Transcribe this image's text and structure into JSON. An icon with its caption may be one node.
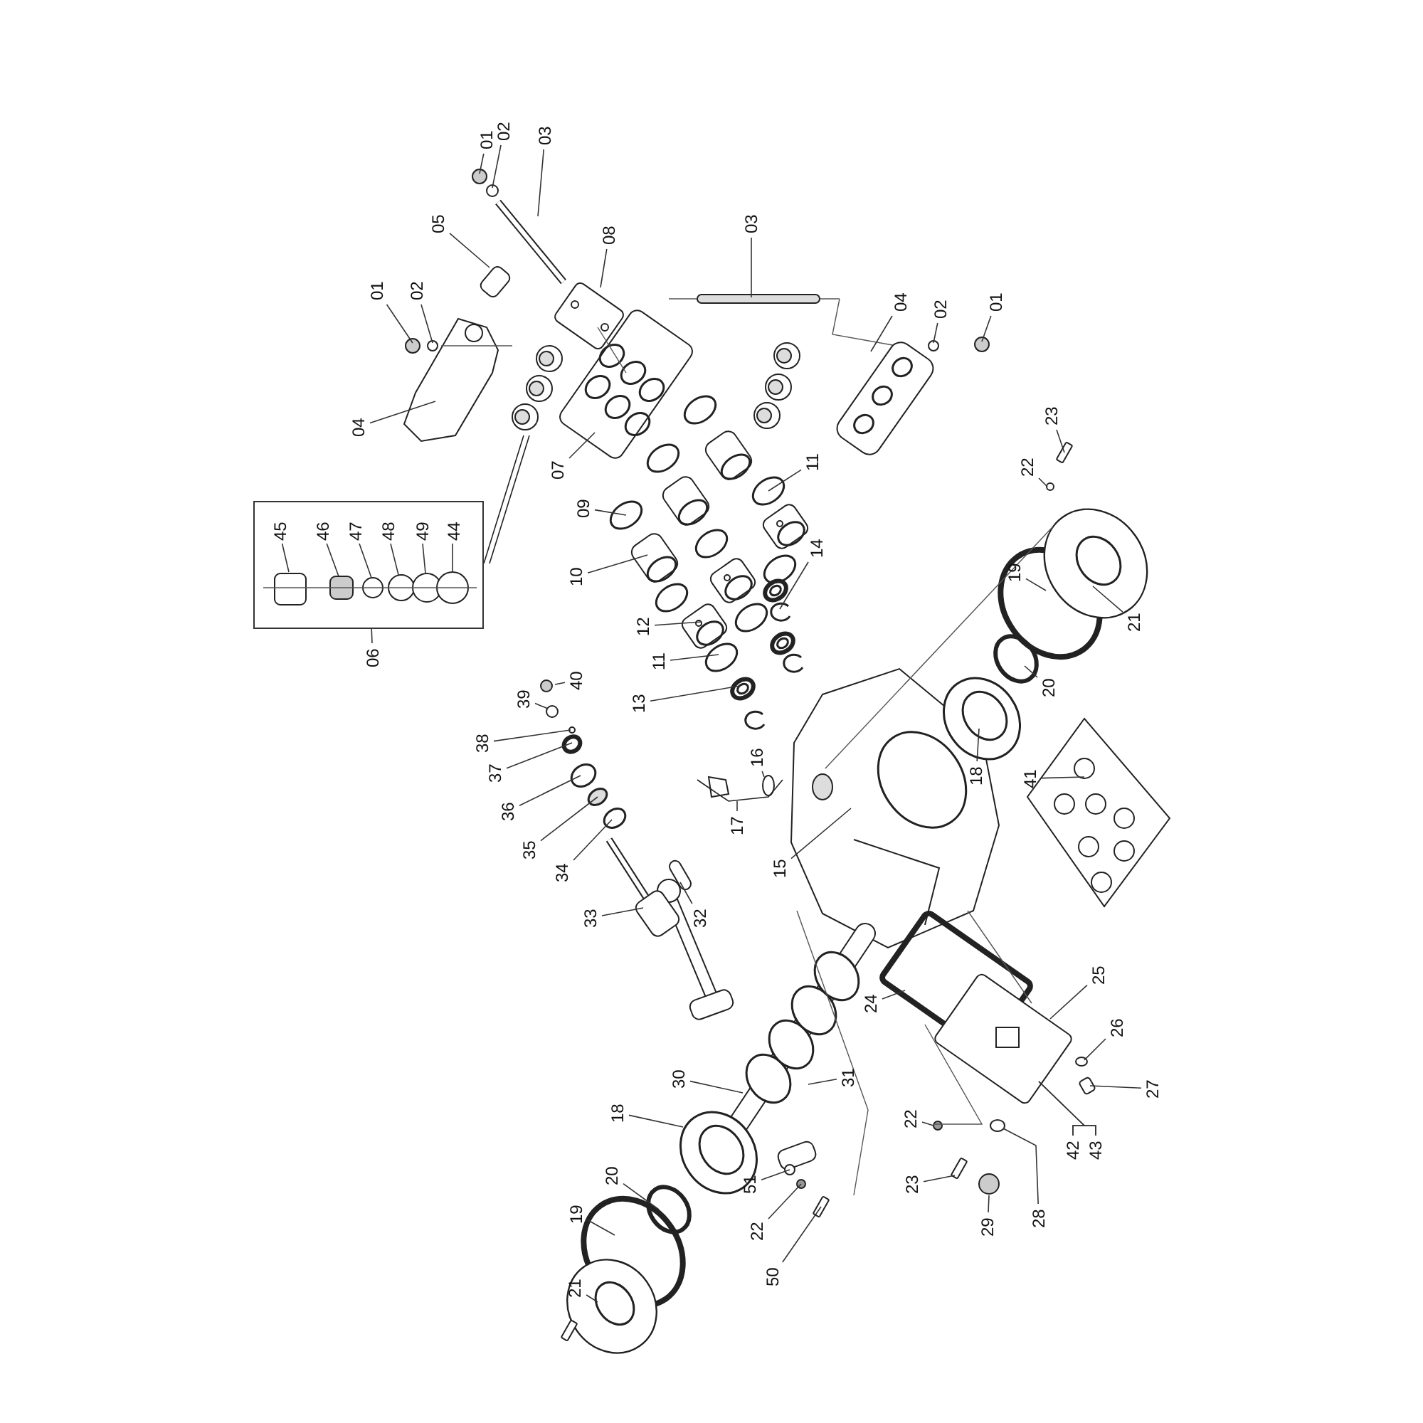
{
  "diagram": {
    "nodes": [
      {
        "text": [
          "01"
        ]
      },
      {
        "text": [
          "02"
        ]
      },
      {
        "text": [
          "03"
        ]
      },
      {
        "text": [
          "05"
        ]
      },
      {
        "text": [
          "08"
        ]
      },
      {
        "text": [
          "03"
        ]
      },
      {
        "text": [
          "01"
        ]
      },
      {
        "text": [
          "02"
        ]
      },
      {
        "text": [
          "04"
        ]
      },
      {
        "text": [
          "02"
        ]
      },
      {
        "text": [
          "01"
        ]
      },
      {
        "text": [
          "04"
        ]
      },
      {
        "text": [
          "07"
        ]
      },
      {
        "text": [
          "09"
        ]
      },
      {
        "text": [
          "11"
        ]
      },
      {
        "text": [],
        "shape": "box"
      },
      {
        "text": [
          "45"
        ],
        "in": 15
      },
      {
        "text": [
          "46"
        ],
        "in": 15
      },
      {
        "text": [
          "47"
        ],
        "in": 15
      },
      {
        "text": [
          "48"
        ],
        "in": 15
      },
      {
        "text": [
          "49"
        ],
        "in": 15
      },
      {
        "text": [
          "44"
        ],
        "in": 15
      },
      {
        "text": [
          "10"
        ]
      },
      {
        "text": [
          "14"
        ]
      },
      {
        "text": [
          "19"
        ]
      },
      {
        "text": [
          "21"
        ]
      },
      {
        "text": [
          "22"
        ]
      },
      {
        "text": [
          "23"
        ]
      },
      {
        "text": [
          "06"
        ]
      },
      {
        "text": [
          "12"
        ]
      },
      {
        "text": [
          "11"
        ]
      },
      {
        "text": [
          "13"
        ]
      },
      {
        "text": [
          "20"
        ]
      },
      {
        "text": [
          "40"
        ]
      },
      {
        "text": [
          "39"
        ]
      },
      {
        "text": [
          "38"
        ]
      },
      {
        "text": [
          "37"
        ]
      },
      {
        "text": [
          "36"
        ]
      },
      {
        "text": [
          "35"
        ]
      },
      {
        "text": [
          "34"
        ]
      },
      {
        "text": [
          "16"
        ]
      },
      {
        "text": [
          "17"
        ]
      },
      {
        "text": [
          "18"
        ]
      },
      {
        "text": [
          "41"
        ]
      },
      {
        "text": [
          "15"
        ]
      },
      {
        "text": [
          "32"
        ]
      },
      {
        "text": [
          "33"
        ]
      },
      {
        "text": [
          "24"
        ]
      },
      {
        "text": [
          "25"
        ]
      },
      {
        "text": [
          "26"
        ]
      },
      {
        "text": [
          "27"
        ]
      },
      {
        "text": [
          "30"
        ]
      },
      {
        "text": [
          "31"
        ]
      },
      {
        "text": [
          "18"
        ]
      },
      {
        "text": [
          "20"
        ]
      },
      {
        "text": [
          "51"
        ]
      },
      {
        "text": [
          "19"
        ]
      },
      {
        "text": [
          "22"
        ]
      },
      {
        "text": [
          "50"
        ]
      },
      {
        "text": [
          "21"
        ]
      },
      {
        "text": [
          "22"
        ]
      },
      {
        "text": [
          "23"
        ]
      },
      {
        "text": [
          "29"
        ]
      },
      {
        "text": [
          "28"
        ]
      },
      {
        "text": [
          "42"
        ]
      },
      {
        "text": [
          "43"
        ]
      }
    ],
    "edges": [
      {
        "from": 0,
        "to": null,
        "arrow": "none"
      },
      {
        "from": 1,
        "to": null,
        "arrow": "none"
      },
      {
        "from": 2,
        "to": null,
        "arrow": "none"
      },
      {
        "from": 3,
        "to": null,
        "arrow": "none"
      },
      {
        "from": 4,
        "to": null,
        "arrow": "none"
      },
      {
        "from": 5,
        "to": null,
        "arrow": "none"
      },
      {
        "from": 6,
        "to": null,
        "arrow": "none"
      },
      {
        "from": 7,
        "to": null,
        "arrow": "none"
      },
      {
        "from": 8,
        "to": null,
        "arrow": "none"
      },
      {
        "from": 9,
        "to": null,
        "arrow": "none"
      },
      {
        "from": 10,
        "to": null,
        "arrow": "none"
      },
      {
        "from": 11,
        "to": null,
        "arrow": "none"
      },
      {
        "from": 12,
        "to": null,
        "arrow": "none"
      },
      {
        "from": 13,
        "to": null,
        "arrow": "none"
      },
      {
        "from": 14,
        "to": null,
        "arrow": "none"
      },
      {
        "from": 16,
        "to": null,
        "arrow": "none"
      },
      {
        "from": 17,
        "to": null,
        "arrow": "none"
      },
      {
        "from": 18,
        "to": null,
        "arrow": "none"
      },
      {
        "from": 19,
        "to": null,
        "arrow": "none"
      },
      {
        "from": 20,
        "to": null,
        "arrow": "none"
      },
      {
        "from": 21,
        "to": null,
        "arrow": "none"
      },
      {
        "from": 22,
        "to": null,
        "arrow": "none"
      },
      {
        "from": 23,
        "to": null,
        "arrow": "none"
      },
      {
        "from": 24,
        "to": null,
        "arrow": "none"
      },
      {
        "from": 25,
        "to": null,
        "arrow": "none"
      },
      {
        "from": 26,
        "to": null,
        "arrow": "none"
      },
      {
        "from": 27,
        "to": null,
        "arrow": "none"
      },
      {
        "from": 28,
        "to": 15,
        "arrow": "none"
      },
      {
        "from": 29,
        "to": null,
        "arrow": "none"
      },
      {
        "from": 30,
        "to": null,
        "arrow": "none"
      },
      {
        "from": 31,
        "to": null,
        "arrow": "none"
      },
      {
        "from": 32,
        "to": null,
        "arrow": "none"
      },
      {
        "from": 33,
        "to": null,
        "arrow": "none"
      },
      {
        "from": 34,
        "to": null,
        "arrow": "none"
      },
      {
        "from": 35,
        "to": null,
        "arrow": "none"
      },
      {
        "from": 36,
        "to": null,
        "arrow": "none"
      },
      {
        "from": 37,
        "to": null,
        "arrow": "none"
      },
      {
        "from": 38,
        "to": null,
        "arrow": "none"
      },
      {
        "from": 39,
        "to": null,
        "arrow": "none"
      },
      {
        "from": 40,
        "to": null,
        "arrow": "none"
      },
      {
        "from": 41,
        "to": null,
        "arrow": "none"
      },
      {
        "from": 42,
        "to": null,
        "arrow": "none"
      },
      {
        "from": 43,
        "to": null,
        "arrow": "none"
      },
      {
        "from": 44,
        "to": null,
        "arrow": "none"
      },
      {
        "from": 45,
        "to": null,
        "arrow": "none"
      },
      {
        "from": 46,
        "to": null,
        "arrow": "none"
      },
      {
        "from": 47,
        "to": null,
        "arrow": "none"
      },
      {
        "from": 48,
        "to": null,
        "arrow": "none"
      },
      {
        "from": 49,
        "to": null,
        "arrow": "none"
      },
      {
        "from": 50,
        "to": null,
        "arrow": "none"
      },
      {
        "from": 51,
        "to": null,
        "arrow": "none"
      },
      {
        "from": 52,
        "to": null,
        "arrow": "none"
      },
      {
        "from": 53,
        "to": null,
        "arrow": "none"
      },
      {
        "from": 54,
        "to": null,
        "arrow": "none"
      },
      {
        "from": 55,
        "to": null,
        "arrow": "none"
      },
      {
        "from": 56,
        "to": null,
        "arrow": "none"
      },
      {
        "from": 57,
        "to": null,
        "arrow": "none"
      },
      {
        "from": 58,
        "to": null,
        "arrow": "none"
      },
      {
        "from": 59,
        "to": null,
        "arrow": "none"
      },
      {
        "from": 60,
        "to": null,
        "arrow": "none"
      },
      {
        "from": 61,
        "to": null,
        "arrow": "none"
      },
      {
        "from": 62,
        "to": null,
        "arrow": "none"
      },
      {
        "from": 63,
        "to": null,
        "arrow": "none"
      },
      {
        "from": 64,
        "to": null,
        "arrow": "none"
      },
      {
        "from": 65,
        "to": null,
        "arrow": "none"
      },
      {
        "from": 64,
        "to": 65,
        "arrow": "none"
      }
    ]
  }
}
